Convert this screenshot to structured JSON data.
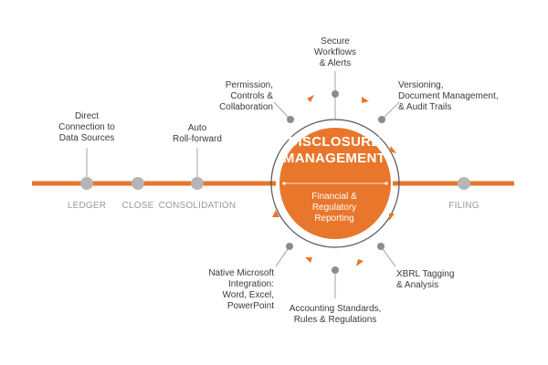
{
  "colors": {
    "accent": "#e8762b",
    "node": "#b5b5b5",
    "small_node": "#8c8c8c",
    "ring": "#555555",
    "text": "#3a3a3a",
    "stage_text": "#9b9b9b"
  },
  "stages": [
    {
      "label": "LEDGER",
      "annotation": "Direct\nConnection to\nData Sources"
    },
    {
      "label": "CLOSE",
      "annotation": ""
    },
    {
      "label": "CONSOLIDATION",
      "annotation": "Auto\nRoll-forward"
    },
    {
      "label": "FILING",
      "annotation": ""
    }
  ],
  "core": {
    "title": "DISCLOSURE\nMANAGEMENT",
    "subtitle": "Financial &\nRegulatory\nReporting"
  },
  "features": [
    {
      "label": "Secure\nWorkflows\n& Alerts"
    },
    {
      "label": "Versioning,\nDocument Management,\n& Audit Trails"
    },
    {
      "label": "XBRL Tagging\n& Analysis"
    },
    {
      "label": "Accounting Standards,\nRules & Regulations"
    },
    {
      "label": "Native Microsoft\nIntegration:\nWord, Excel,\nPowerPoint"
    },
    {
      "label": "Permission,\nControls &\nCollaboration"
    }
  ]
}
